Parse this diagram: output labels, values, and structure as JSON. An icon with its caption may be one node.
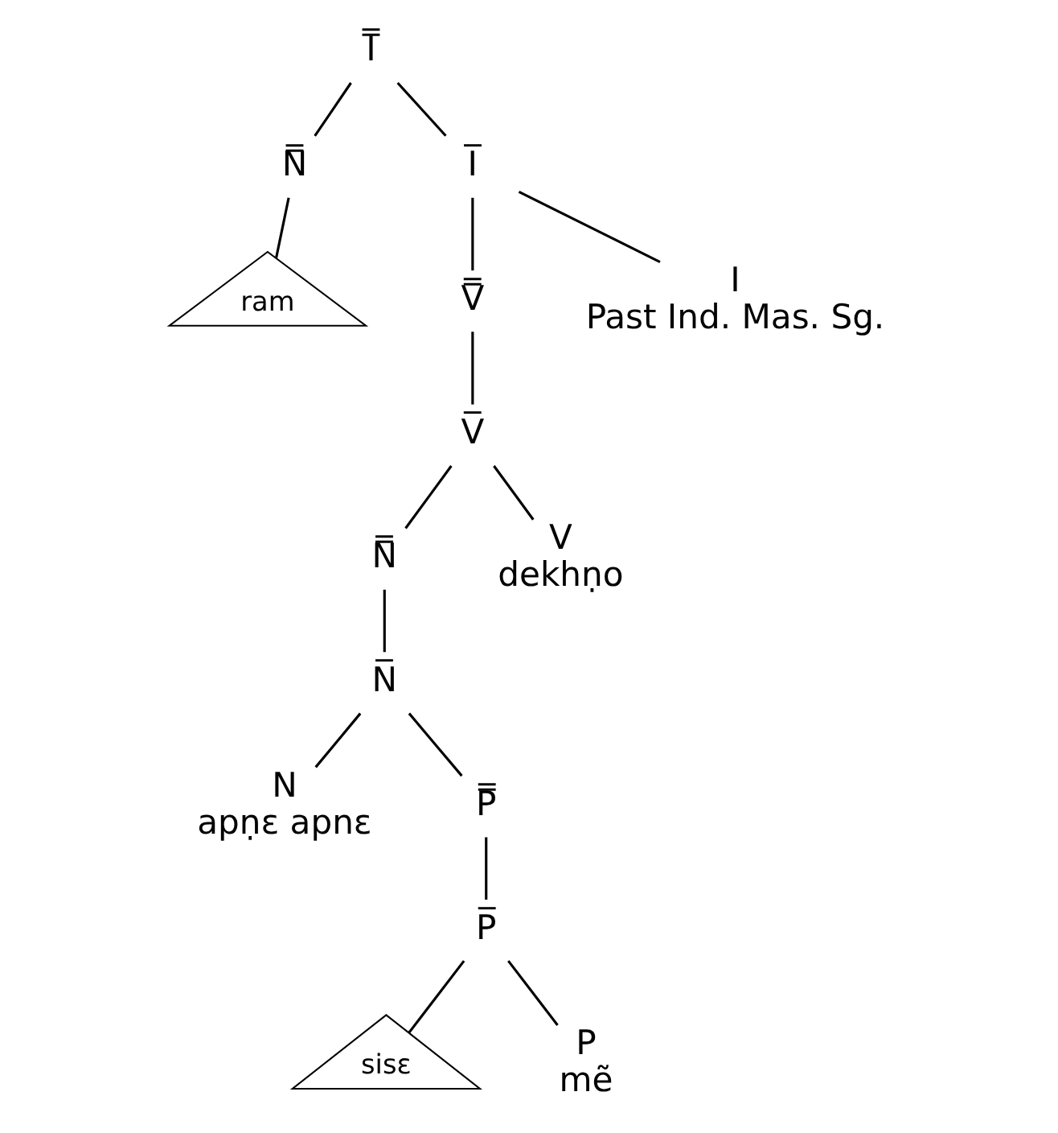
{
  "diagram": {
    "nodes": [
      {
        "text": [
          "I̿"
        ]
      },
      {
        "text": [
          "N̿"
        ]
      },
      {
        "text": [
          "ram"
        ]
      },
      {
        "text": [
          "I̅"
        ]
      },
      {
        "text": [
          "V̿"
        ]
      },
      {
        "text": [
          "I"
        ],
        "beside": [
          "Past Ind. Mas. Sg."
        ]
      },
      {
        "text": [
          "V̅"
        ]
      },
      {
        "text": [
          "N̿"
        ]
      },
      {
        "text": [
          "V"
        ],
        "beside": [
          "dekhṇo"
        ]
      },
      {
        "text": [
          "N̅"
        ]
      },
      {
        "text": [
          "P̿"
        ]
      },
      {
        "text": [
          "N"
        ],
        "beside": [
          "apṇɛ apnɛ"
        ]
      },
      {
        "text": [
          "P̅"
        ]
      },
      {
        "text": [
          "P"
        ],
        "beside": [
          "mẽ"
        ]
      },
      {
        "text": [
          "sisɛ"
        ]
      }
    ],
    "edges": [
      {
        "from": 0,
        "to": 1,
        "arrow": "none"
      },
      {
        "from": 1,
        "to": 2,
        "arrow": "none"
      },
      {
        "from": 0,
        "to": 3,
        "arrow": "none"
      },
      {
        "from": 3,
        "to": 4,
        "arrow": "none"
      },
      {
        "from": 3,
        "to": 5,
        "arrow": "none"
      },
      {
        "from": 4,
        "to": 6,
        "arrow": "none"
      },
      {
        "from": 6,
        "to": 7,
        "arrow": "none"
      },
      {
        "from": 6,
        "to": 8,
        "arrow": "none"
      },
      {
        "from": 7,
        "to": 9,
        "arrow": "none"
      },
      {
        "from": 9,
        "to": 11,
        "arrow": "none"
      },
      {
        "from": 9,
        "to": 10,
        "arrow": "none"
      },
      {
        "from": 10,
        "to": 12,
        "arrow": "none"
      },
      {
        "from": 12,
        "to": 14,
        "arrow": "none"
      },
      {
        "from": 12,
        "to": 13,
        "arrow": "none"
      }
    ]
  }
}
